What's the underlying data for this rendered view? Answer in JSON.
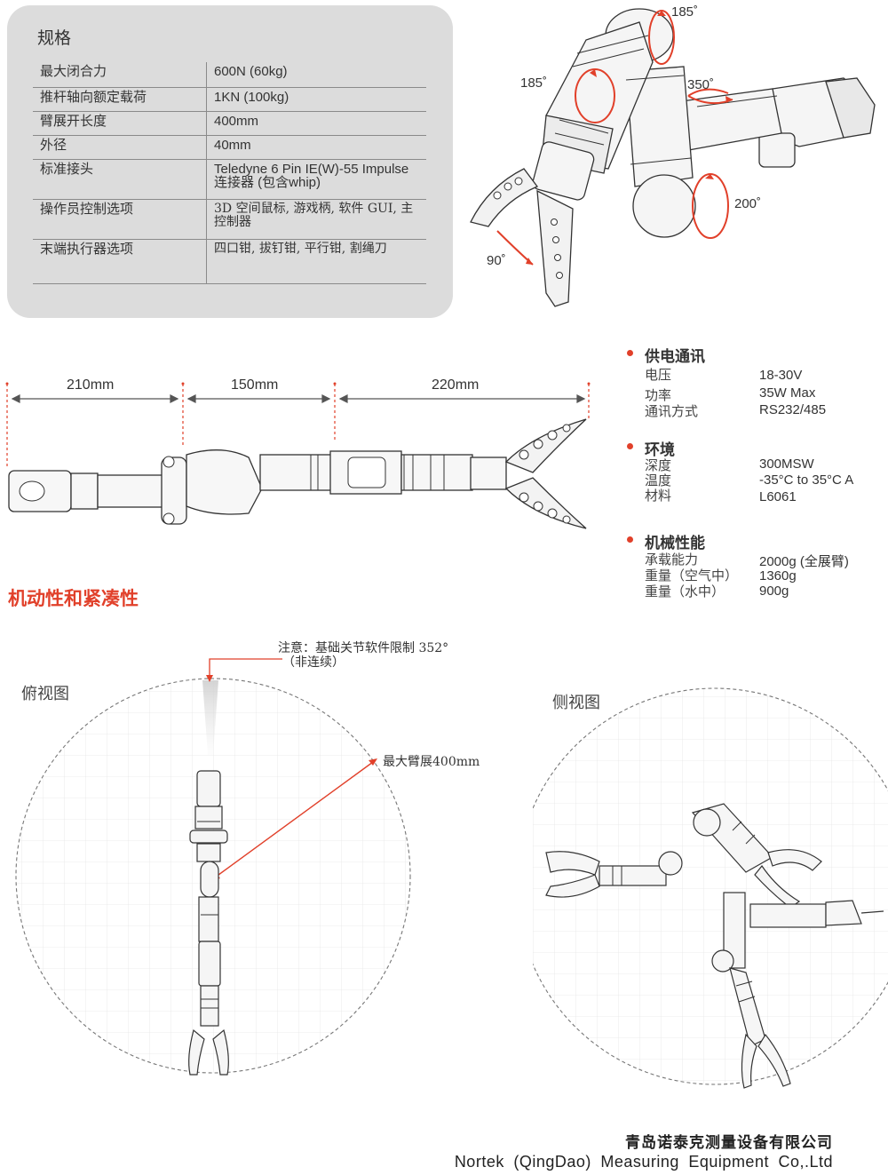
{
  "spec": {
    "title": "规格",
    "rows": [
      {
        "k": "最大闭合力",
        "v": "600N (60kg)"
      },
      {
        "k": "推杆轴向额定载荷",
        "v": "1KN (100kg)"
      },
      {
        "k": "臂展开长度",
        "v": "400mm"
      },
      {
        "k": "外径",
        "v": "40mm"
      },
      {
        "k": "标准接头",
        "v": "Teledyne 6 Pin IE(W)-55 Impulse 连接器 (包含whip)"
      },
      {
        "k": "操作员控制选项",
        "v": "3D 空间鼠标, 游戏柄, 软件 GUI, 主控制器"
      },
      {
        "k": "末端执行器选项",
        "v": "四口钳, 拔钉钳, 平行钳, 割绳刀"
      }
    ]
  },
  "angles": {
    "a1": "185˚",
    "a2": "185˚",
    "a3": "350˚",
    "a4": "200˚",
    "a5": "90˚"
  },
  "dimensions": {
    "d1": "210mm",
    "d2": "150mm",
    "d3": "220mm"
  },
  "power": {
    "heading": "供电通讯",
    "items": [
      {
        "k": "电压",
        "v": "18-30V"
      },
      {
        "k": "功率",
        "v": "35W Max"
      },
      {
        "k": "通讯方式",
        "v": "RS232/485"
      }
    ]
  },
  "environment": {
    "heading": "环境",
    "items": [
      {
        "k": "深度",
        "v": "300MSW"
      },
      {
        "k": "温度",
        "v": "-35°C to 35°C A"
      },
      {
        "k": "材料",
        "v": "L6061"
      }
    ]
  },
  "mechanical": {
    "heading": "机械性能",
    "items": [
      {
        "k": "承载能力",
        "v": "2000g (全展臂)"
      },
      {
        "k": "重量（空气中）",
        "v": "1360g"
      },
      {
        "k": "重量（水中）",
        "v": "900g"
      }
    ]
  },
  "mobility_title": "机动性和紧凑性",
  "top_view": {
    "label": "俯视图",
    "note_line1": "注意：基础关节软件限制 352°",
    "note_line2": "（非连续）",
    "reach_label": "最大臂展400mm"
  },
  "side_view": {
    "label": "侧视图"
  },
  "company": {
    "cn": "青岛诺泰克测量设备有限公司",
    "en": "Nortek (QingDao) Measuring Equipment Co,.Ltd"
  },
  "colors": {
    "accent": "#e1402a",
    "card_bg": "#dcdcdc"
  }
}
